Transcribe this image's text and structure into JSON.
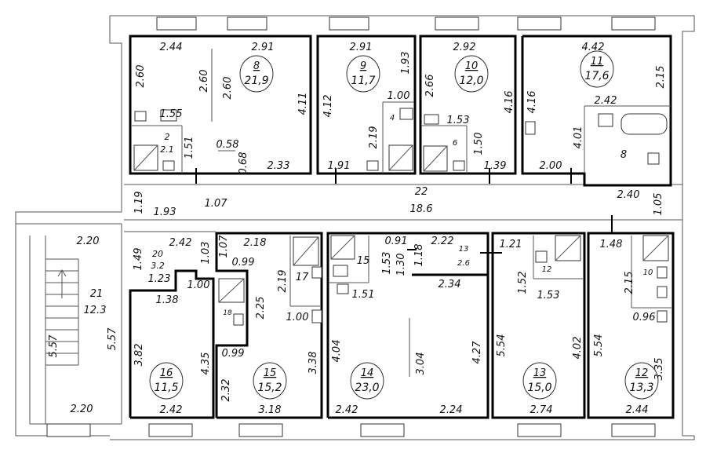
{
  "rooms": [
    {
      "id": "8",
      "area": "21,9"
    },
    {
      "id": "9",
      "area": "11,7"
    },
    {
      "id": "10",
      "area": "12,0"
    },
    {
      "id": "11",
      "area": "17,6"
    },
    {
      "id": "16",
      "area": "11,5"
    },
    {
      "id": "15",
      "area": "15,2"
    },
    {
      "id": "14",
      "area": "23,0"
    },
    {
      "id": "13",
      "area": "15,0"
    },
    {
      "id": "12",
      "area": "13,3"
    }
  ],
  "labels": {
    "r8_top_a": "2.44",
    "r8_top_b": "2.91",
    "r8_left": "2.60",
    "r8_mid_a": "2.60",
    "r8_mid_b": "2.60",
    "r8_right": "4.11",
    "r8_155": "1.55",
    "r8_wc": "2",
    "r8_wc_area": "2.1",
    "r8_151": "1.51",
    "r8_058": "0.58",
    "r8_068": "0.68",
    "r8_233": "2.33",
    "r9_top": "2.91",
    "r9_right": "1.93",
    "r9_left": "4.12",
    "r9_100": "1.00",
    "r9_4": "4",
    "r9_219": "2.19",
    "r9_191": "1.91",
    "r10_top": "2.92",
    "r10_left": "2.66",
    "r10_right": "4.16",
    "r10_153": "1.53",
    "r10_6": "6",
    "r10_150": "1.50",
    "r10_139": "1.39",
    "r11_top": "4.42",
    "r11_right": "2.15",
    "r11_left": "4.16",
    "r11_242": "2.42",
    "r11_401": "4.01",
    "r11_8": "8",
    "r11_200": "2.00",
    "cor_119": "1.19",
    "cor_193": "1.93",
    "cor_107": "1.07",
    "cor_22": "22",
    "cor_186": "18.6",
    "cor_240": "2.40",
    "cor_105": "1.05",
    "st_220_top": "2.20",
    "st_21": "21",
    "st_123": "12.3",
    "st_557_a": "5.57",
    "st_557_b": "5.57",
    "st_220_bot": "2.20",
    "s20_num": "20",
    "s20_area": "3.2",
    "s_149": "1.49",
    "s_242": "2.42",
    "s_103": "1.03",
    "s_107": "1.07",
    "s_218": "2.18",
    "s_099a": "0.99",
    "s_123": "1.23",
    "s_100": "1.00",
    "s_138": "1.38",
    "r16_382": "3.82",
    "r16_435": "4.35",
    "r16_242": "2.42",
    "r15_219": "2.19",
    "r15_17": "17",
    "r15_225": "2.25",
    "r15_18": "18",
    "r15_100": "1.00",
    "r15_099": "0.99",
    "r15_232": "2.32",
    "r15_338": "3.38",
    "r15_318": "3.18",
    "r14_15": "15",
    "r14_091": "0.91",
    "r14_153": "1.53",
    "r14_130": "1.30",
    "r14_118": "1.18",
    "r14_222": "2.22",
    "r14_13": "13",
    "r14_26": "2.6",
    "r14_151": "1.51",
    "r14_234": "2.34",
    "r14_404": "4.04",
    "r14_304": "3.04",
    "r14_427": "4.27",
    "r14_242": "2.42",
    "r14_224": "2.24",
    "r13_121": "1.21",
    "r13_152": "1.52",
    "r13_12": "12",
    "r13_153": "1.53",
    "r13_554": "5.54",
    "r13_402": "4.02",
    "r13_274": "2.74",
    "r12_148": "1.48",
    "r12_215": "2.15",
    "r12_10": "10",
    "r12_096": "0.96",
    "r12_554": "5.54",
    "r12_335": "3.35",
    "r12_244": "2.44"
  }
}
